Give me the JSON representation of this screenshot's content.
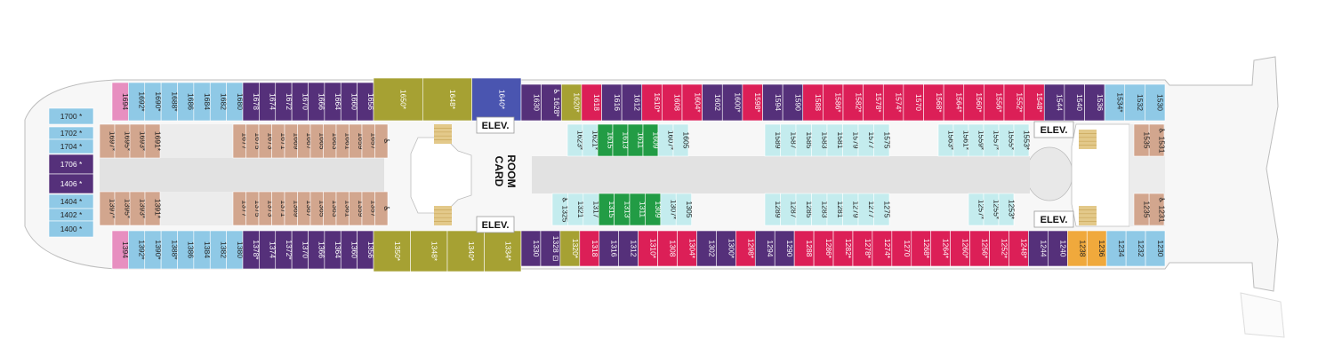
{
  "colors": {
    "pink": "#e78fc0",
    "lightblue": "#8fc9e6",
    "purple": "#55307a",
    "tan": "#d2a68e",
    "olive": "#a6a133",
    "blue": "#4a55b0",
    "red": "#dc1f57",
    "green": "#229c45",
    "aqua": "#c4ecee",
    "orange": "#f0a93c",
    "corridor": "#e2e2e2",
    "hull": "#f7f7f7",
    "outline": "#bdbdbd"
  },
  "labels": {
    "elev": "ELEV.",
    "card_room": [
      "CARD",
      "ROOM"
    ]
  },
  "top_row": [
    {
      "id": "1694",
      "c": "pink"
    },
    {
      "id": "1692*",
      "c": "lightblue"
    },
    {
      "id": "1690*",
      "c": "lightblue"
    },
    {
      "id": "1688*",
      "c": "lightblue"
    },
    {
      "id": "1686",
      "c": "lightblue"
    },
    {
      "id": "1684",
      "c": "lightblue"
    },
    {
      "id": "1682",
      "c": "lightblue"
    },
    {
      "id": "1680",
      "c": "lightblue"
    },
    {
      "id": "1678",
      "c": "purple"
    },
    {
      "id": "1674",
      "c": "purple"
    },
    {
      "id": "1672",
      "c": "purple"
    },
    {
      "id": "1670",
      "c": "purple"
    },
    {
      "id": "1666",
      "c": "purple"
    },
    {
      "id": "1664",
      "c": "purple"
    },
    {
      "id": "1660",
      "c": "purple"
    },
    {
      "id": "1656",
      "c": "purple"
    },
    {
      "id": "1650*",
      "c": "olive"
    },
    {
      "id": "1648*",
      "c": "olive"
    },
    {
      "id": "1640*",
      "c": "blue"
    },
    {
      "id": "1630",
      "c": "purple"
    },
    {
      "id": "♿ 1628*",
      "c": "purple"
    },
    {
      "id": "1620*",
      "c": "olive"
    },
    {
      "id": "1618",
      "c": "red"
    },
    {
      "id": "1616",
      "c": "purple"
    },
    {
      "id": "1612",
      "c": "purple"
    },
    {
      "id": "1610*",
      "c": "red"
    },
    {
      "id": "1608",
      "c": "red"
    },
    {
      "id": "1604*",
      "c": "red"
    },
    {
      "id": "1602",
      "c": "purple"
    },
    {
      "id": "1600*",
      "c": "purple"
    },
    {
      "id": "1598*",
      "c": "red"
    },
    {
      "id": "1594",
      "c": "purple"
    },
    {
      "id": "1590",
      "c": "purple"
    },
    {
      "id": "1588",
      "c": "red"
    },
    {
      "id": "1586*",
      "c": "red"
    },
    {
      "id": "1582*",
      "c": "red"
    },
    {
      "id": "1578*",
      "c": "red"
    },
    {
      "id": "1574*",
      "c": "red"
    },
    {
      "id": "1570",
      "c": "red"
    },
    {
      "id": "1568*",
      "c": "red"
    },
    {
      "id": "1564*",
      "c": "red"
    },
    {
      "id": "1560*",
      "c": "red"
    },
    {
      "id": "1556*",
      "c": "red"
    },
    {
      "id": "1552*",
      "c": "red"
    },
    {
      "id": "1548*",
      "c": "red"
    },
    {
      "id": "1544",
      "c": "purple"
    },
    {
      "id": "1540",
      "c": "purple"
    },
    {
      "id": "1536",
      "c": "purple"
    },
    {
      "id": "1534*",
      "c": "lightblue"
    },
    {
      "id": "1532",
      "c": "lightblue"
    },
    {
      "id": "1530",
      "c": "lightblue"
    }
  ],
  "bottom_row": [
    {
      "id": "1394",
      "c": "pink"
    },
    {
      "id": "1392*",
      "c": "lightblue"
    },
    {
      "id": "1390*",
      "c": "lightblue"
    },
    {
      "id": "1388*",
      "c": "lightblue"
    },
    {
      "id": "1386",
      "c": "lightblue"
    },
    {
      "id": "1384",
      "c": "lightblue"
    },
    {
      "id": "1382",
      "c": "lightblue"
    },
    {
      "id": "1380",
      "c": "lightblue"
    },
    {
      "id": "1378*",
      "c": "purple"
    },
    {
      "id": "1374",
      "c": "purple"
    },
    {
      "id": "1372*",
      "c": "purple"
    },
    {
      "id": "1370",
      "c": "purple"
    },
    {
      "id": "1366",
      "c": "purple"
    },
    {
      "id": "1364",
      "c": "purple"
    },
    {
      "id": "1360",
      "c": "purple"
    },
    {
      "id": "1356",
      "c": "purple"
    },
    {
      "id": "1350*",
      "c": "olive"
    },
    {
      "id": "1348*",
      "c": "olive"
    },
    {
      "id": "1340*",
      "c": "olive"
    },
    {
      "id": "1334*",
      "c": "olive"
    },
    {
      "id": "1330",
      "c": "purple"
    },
    {
      "id": "1328 ⊡",
      "c": "purple"
    },
    {
      "id": "1320*",
      "c": "olive"
    },
    {
      "id": "1318",
      "c": "red"
    },
    {
      "id": "1316",
      "c": "purple"
    },
    {
      "id": "1312",
      "c": "purple"
    },
    {
      "id": "1310*",
      "c": "red"
    },
    {
      "id": "1308",
      "c": "red"
    },
    {
      "id": "1304*",
      "c": "red"
    },
    {
      "id": "1302",
      "c": "purple"
    },
    {
      "id": "1300*",
      "c": "purple"
    },
    {
      "id": "1298*",
      "c": "red"
    },
    {
      "id": "1294",
      "c": "purple"
    },
    {
      "id": "1290",
      "c": "purple"
    },
    {
      "id": "1288",
      "c": "red"
    },
    {
      "id": "1286*",
      "c": "red"
    },
    {
      "id": "1282*",
      "c": "red"
    },
    {
      "id": "1278*",
      "c": "red"
    },
    {
      "id": "1274*",
      "c": "red"
    },
    {
      "id": "1270",
      "c": "red"
    },
    {
      "id": "1268*",
      "c": "red"
    },
    {
      "id": "1264*",
      "c": "red"
    },
    {
      "id": "1260*",
      "c": "red"
    },
    {
      "id": "1256*",
      "c": "red"
    },
    {
      "id": "1252*",
      "c": "red"
    },
    {
      "id": "1248*",
      "c": "red"
    },
    {
      "id": "1244",
      "c": "purple"
    },
    {
      "id": "1240",
      "c": "purple"
    },
    {
      "id": "1238",
      "c": "orange"
    },
    {
      "id": "1236",
      "c": "orange"
    },
    {
      "id": "1234",
      "c": "lightblue"
    },
    {
      "id": "1232",
      "c": "lightblue"
    },
    {
      "id": "1230",
      "c": "lightblue"
    }
  ],
  "inner_top_fwd": [
    {
      "id": "1697*",
      "c": "tan"
    },
    {
      "id": "1695*",
      "c": "tan"
    },
    {
      "id": "1693*",
      "c": "tan"
    },
    {
      "id": "1691*",
      "c": "tan"
    },
    {
      "id": "1677",
      "c": "tan"
    },
    {
      "id": "1675",
      "c": "tan"
    },
    {
      "id": "1673",
      "c": "tan"
    },
    {
      "id": "1671",
      "c": "tan"
    },
    {
      "id": "1669",
      "c": "tan"
    },
    {
      "id": "1667",
      "c": "tan"
    },
    {
      "id": "1665",
      "c": "tan"
    },
    {
      "id": "1663",
      "c": "tan"
    },
    {
      "id": "1661",
      "c": "tan"
    },
    {
      "id": "1659",
      "c": "tan"
    },
    {
      "id": "1657",
      "c": "tan"
    },
    {
      "id": "♿",
      "c": "tan"
    }
  ],
  "inner_bottom_fwd": [
    {
      "id": "1397*",
      "c": "tan"
    },
    {
      "id": "1395*",
      "c": "tan"
    },
    {
      "id": "1393*",
      "c": "tan"
    },
    {
      "id": "1391*",
      "c": "tan"
    },
    {
      "id": "1377",
      "c": "tan"
    },
    {
      "id": "1375",
      "c": "tan"
    },
    {
      "id": "1373",
      "c": "tan"
    },
    {
      "id": "1371",
      "c": "tan"
    },
    {
      "id": "1369",
      "c": "tan"
    },
    {
      "id": "1367",
      "c": "tan"
    },
    {
      "id": "1365",
      "c": "tan"
    },
    {
      "id": "1363",
      "c": "tan"
    },
    {
      "id": "1361",
      "c": "tan"
    },
    {
      "id": "1359",
      "c": "tan"
    },
    {
      "id": "1357",
      "c": "tan"
    },
    {
      "id": "♿",
      "c": "tan"
    }
  ],
  "inner_top_mid": [
    {
      "id": "1623*",
      "c": "aqua"
    },
    {
      "id": "1621*",
      "c": "aqua"
    },
    {
      "id": "1615",
      "c": "green"
    },
    {
      "id": "1613",
      "c": "green"
    },
    {
      "id": "1611",
      "c": "green"
    },
    {
      "id": "1609",
      "c": "green"
    },
    {
      "id": "1607*",
      "c": "aqua"
    },
    {
      "id": "1605",
      "c": "aqua"
    },
    {
      "id": "1589",
      "c": "aqua"
    },
    {
      "id": "1587",
      "c": "aqua"
    },
    {
      "id": "1585",
      "c": "aqua"
    },
    {
      "id": "1583",
      "c": "aqua"
    },
    {
      "id": "1581",
      "c": "aqua"
    },
    {
      "id": "1579",
      "c": "aqua"
    },
    {
      "id": "1577",
      "c": "aqua"
    },
    {
      "id": "1575",
      "c": "aqua"
    },
    {
      "id": "1563*",
      "c": "aqua"
    },
    {
      "id": "1561*",
      "c": "aqua"
    },
    {
      "id": "1559*",
      "c": "aqua"
    },
    {
      "id": "1557*",
      "c": "aqua"
    },
    {
      "id": "1555*",
      "c": "aqua"
    },
    {
      "id": "1553*",
      "c": "aqua"
    }
  ],
  "inner_bottom_mid": [
    {
      "id": "♿ 1325",
      "c": "aqua"
    },
    {
      "id": "1321",
      "c": "aqua"
    },
    {
      "id": "1317",
      "c": "aqua"
    },
    {
      "id": "1315",
      "c": "green"
    },
    {
      "id": "1313",
      "c": "green"
    },
    {
      "id": "1311",
      "c": "green"
    },
    {
      "id": "1309",
      "c": "green"
    },
    {
      "id": "1307*",
      "c": "aqua"
    },
    {
      "id": "1305",
      "c": "aqua"
    },
    {
      "id": "1289",
      "c": "aqua"
    },
    {
      "id": "1287",
      "c": "aqua"
    },
    {
      "id": "1285",
      "c": "aqua"
    },
    {
      "id": "1283",
      "c": "aqua"
    },
    {
      "id": "1281",
      "c": "aqua"
    },
    {
      "id": "1279",
      "c": "aqua"
    },
    {
      "id": "1277",
      "c": "aqua"
    },
    {
      "id": "1275",
      "c": "aqua"
    },
    {
      "id": "1257*",
      "c": "aqua"
    },
    {
      "id": "1255*",
      "c": "aqua"
    },
    {
      "id": "1253*",
      "c": "aqua"
    }
  ],
  "aft_inner": [
    {
      "id": "♿ 1531",
      "c": "tan"
    },
    {
      "id": "1535",
      "c": "tan"
    },
    {
      "id": "♿ 1231",
      "c": "tan"
    },
    {
      "id": "1235",
      "c": "tan"
    }
  ],
  "bow_cabins": [
    {
      "id": "1700 *",
      "c": "lightblue"
    },
    {
      "id": "1702 *",
      "c": "lightblue"
    },
    {
      "id": "1704 *",
      "c": "lightblue"
    },
    {
      "id": "1706 *",
      "c": "purple"
    },
    {
      "id": "1406 *",
      "c": "purple"
    },
    {
      "id": "1404 *",
      "c": "lightblue"
    },
    {
      "id": "1402 *",
      "c": "lightblue"
    },
    {
      "id": "1400 *",
      "c": "lightblue"
    }
  ]
}
